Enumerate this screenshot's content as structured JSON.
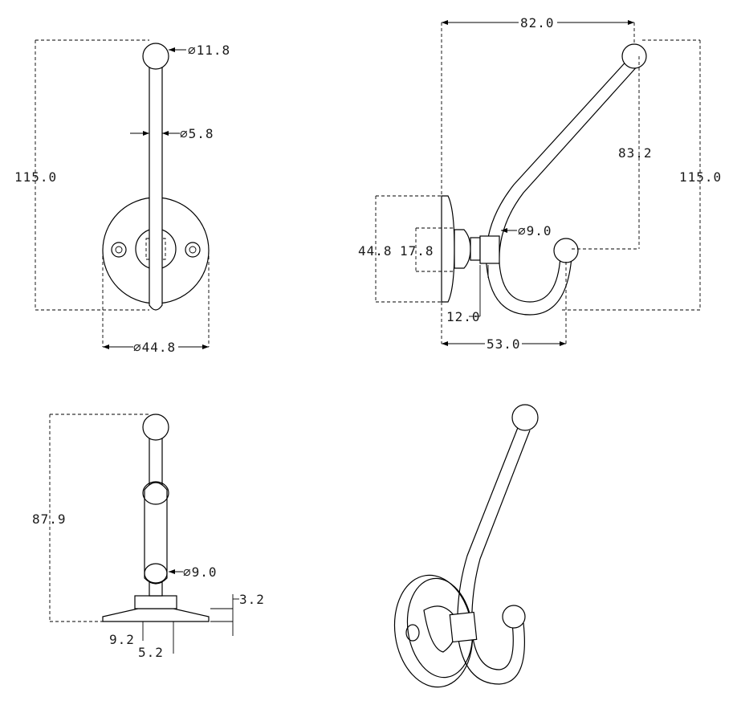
{
  "views": {
    "front": {
      "ball_dia": "⌀11.8",
      "rod_dia": "⌀5.8",
      "height": "115.0",
      "base_dia": "⌀44.8"
    },
    "side": {
      "projection": "82.0",
      "drop": "83.2",
      "height": "115.0",
      "collar_dia": "⌀9.0",
      "base_height": "44.8",
      "boss_height": "17.8",
      "offset": "12.0",
      "hook_reach": "53.0"
    },
    "top": {
      "length": "87.9",
      "collar_dia": "⌀9.0",
      "plate_thickness": "3.2",
      "boss_width": "9.2",
      "boss_step": "5.2"
    }
  }
}
